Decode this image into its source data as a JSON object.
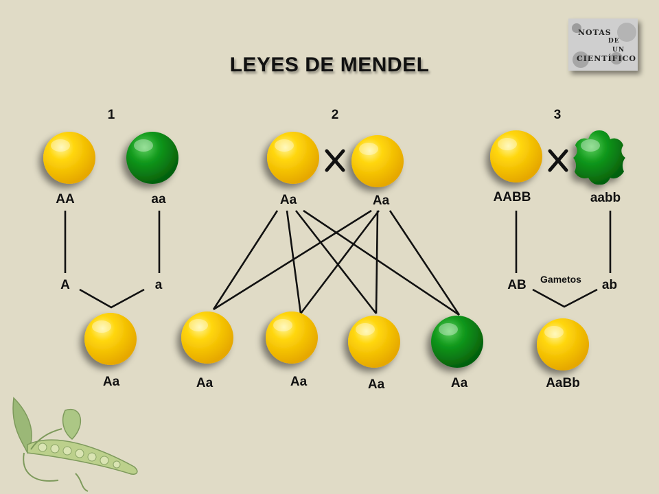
{
  "title": "LEYES DE MENDEL",
  "badge": {
    "line1": "NOTAS",
    "line2": "DE",
    "line3": "UN",
    "line4": "CIENTÍFICO"
  },
  "colors": {
    "yellow": "#ffcc00",
    "green": "#0e8a16",
    "background": "#e0dbc6",
    "line": "#111111"
  },
  "section1": {
    "number": "1",
    "parent_left": "AA",
    "parent_right": "aa",
    "gamete_left": "A",
    "gamete_right": "a",
    "offspring": "Aa"
  },
  "section2": {
    "number": "2",
    "cross_symbol": "X",
    "parent_left": "Aa",
    "parent_right": "Aa",
    "offspring": [
      "Aa",
      "Aa",
      "Aa",
      "Aa"
    ]
  },
  "section3": {
    "number": "3",
    "cross_symbol": "X",
    "parent_left": "AABB",
    "parent_right": "aabb",
    "gametes_label": "Gametos",
    "gamete_left": "AB",
    "gamete_right": "ab",
    "offspring": "AaBb"
  }
}
